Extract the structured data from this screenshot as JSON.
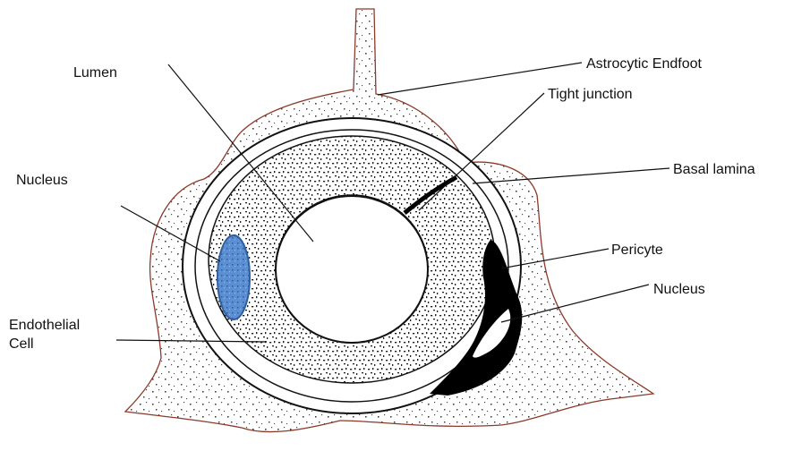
{
  "labels": {
    "lumen": "Lumen",
    "astrocytic_endfoot": "Astrocytic Endfoot",
    "tight_junction": "Tight junction",
    "nucleus_left": "Nucleus",
    "basal_lamina": "Basal lamina",
    "pericyte": "Pericyte",
    "nucleus_right": "Nucleus",
    "endothelial_line1": "Endothelial",
    "endothelial_line2": "Cell"
  },
  "colors": {
    "astrocyte_outline": "#8b3a2a",
    "nucleus_fill": "#5b8fd1",
    "nucleus_stroke": "#2f5f9e",
    "stipple": "#333333",
    "pericyte": "#000000"
  }
}
